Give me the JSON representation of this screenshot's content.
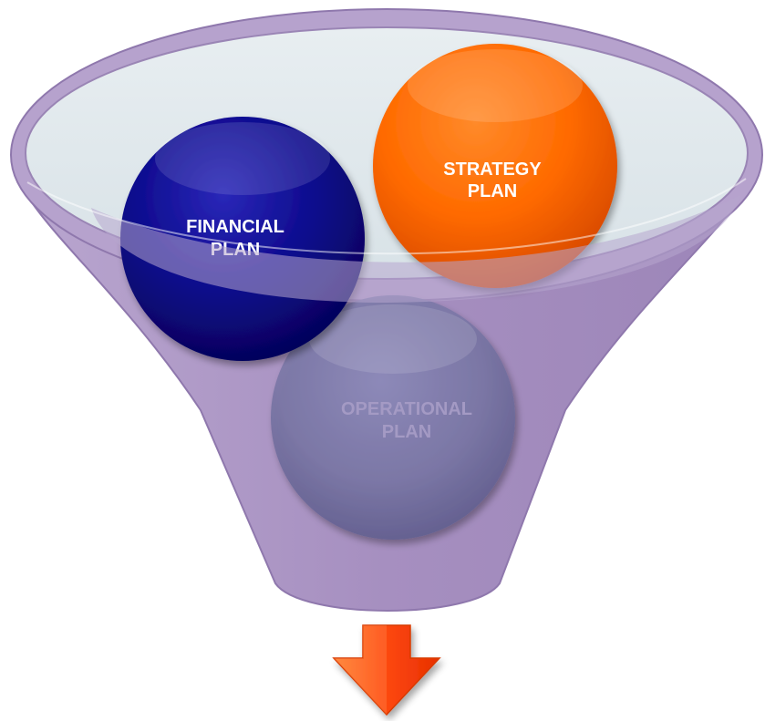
{
  "diagram": {
    "circles": [
      {
        "id": "financial",
        "line1": "FINANCIAL",
        "line2": "PLAN",
        "color": "#0c0a8c",
        "text_color": "#ffffff"
      },
      {
        "id": "strategy",
        "line1": "STRATEGY",
        "line2": "PLAN",
        "color": "#ff6a00",
        "text_color": "#ffffff"
      },
      {
        "id": "operational",
        "line1": "OPERATIONAL",
        "line2": "PLAN",
        "color": "#7c7aa8",
        "text_color": "#a49ac4"
      }
    ],
    "funnel_color": "#a68fc0",
    "funnel_rim_fill": "#dfe8ec",
    "arrow_color": "#ff4a12"
  }
}
